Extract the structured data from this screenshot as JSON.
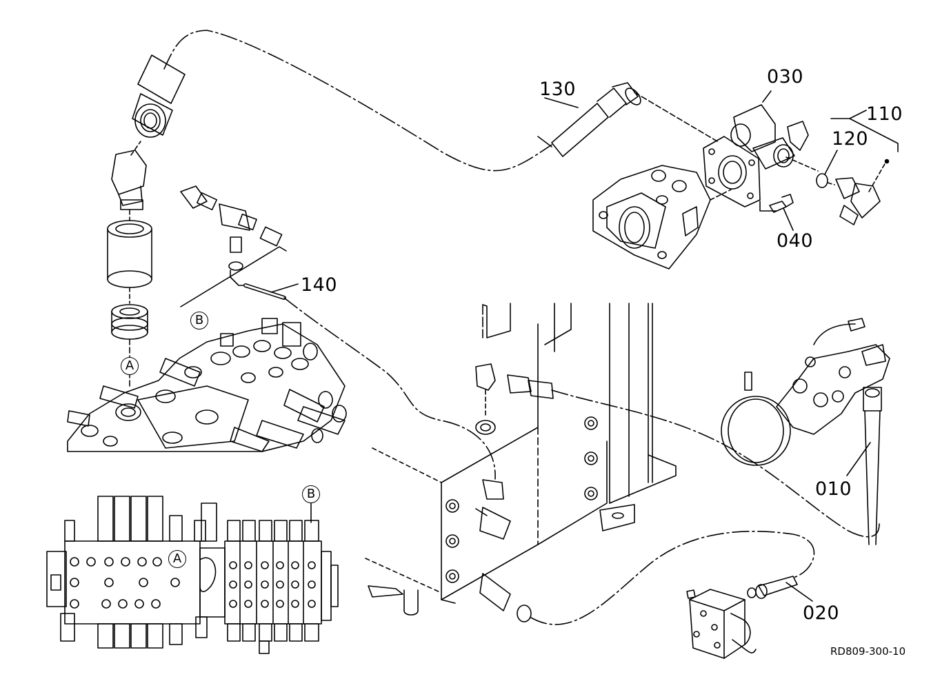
{
  "diagram": {
    "drawing_number": "RD809-300-10",
    "parts": [
      {
        "label": "130"
      },
      {
        "label": "030"
      },
      {
        "label": "110"
      },
      {
        "label": "120"
      },
      {
        "label": "040"
      },
      {
        "label": "140"
      },
      {
        "label": "010"
      },
      {
        "label": "020"
      }
    ],
    "detail_markers": [
      {
        "label": "A"
      },
      {
        "label": "B"
      },
      {
        "label": "B"
      },
      {
        "label": "A"
      }
    ]
  }
}
